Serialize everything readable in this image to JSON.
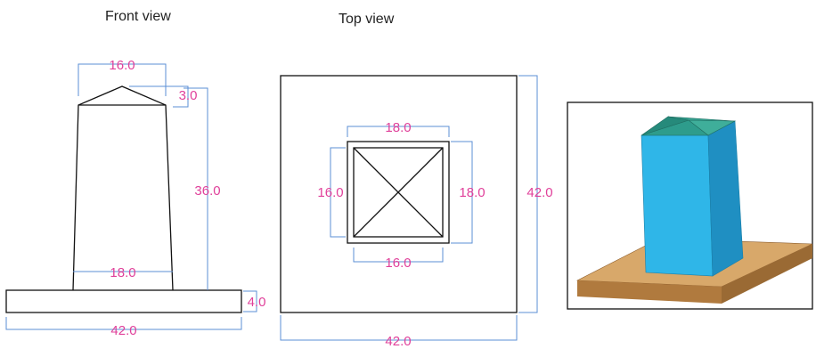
{
  "titles": {
    "front": "Front view",
    "top": "Top view"
  },
  "front_view": {
    "top_width": "16.0",
    "peak_height": "3.0",
    "column_height": "36.0",
    "bottom_width": "18.0",
    "base_thickness": "4.0",
    "base_width": "42.0"
  },
  "top_view": {
    "outer_width": "18.0",
    "left_height": "16.0",
    "right_height": "18.0",
    "base_height": "42.0",
    "inner_width": "16.0",
    "base_width": "42.0"
  },
  "colors": {
    "dimension_text": "#e0409a",
    "dimension_line": "#5b8fd6",
    "column_face_front": "#2fb6e8",
    "column_face_side": "#1f8fc2",
    "cap": "#2e9c8c",
    "base_top": "#d8a86a",
    "base_side": "#b07a3e"
  }
}
